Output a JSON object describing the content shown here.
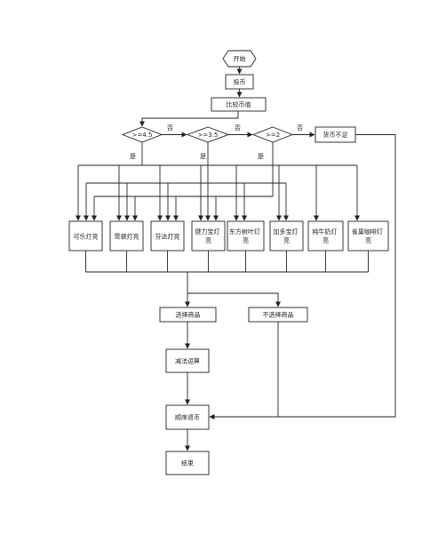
{
  "flowchart": {
    "start": "开始",
    "insert_coin": "投币",
    "compare_coin": "比较币值",
    "cond_45": ">=4.5",
    "cond_35": ">=3.5",
    "cond_2": ">=2",
    "no_label": "否",
    "yes_label": "是",
    "insufficient": "货币不足",
    "products": [
      [
        "可乐灯亮"
      ],
      [
        "雪碧灯亮"
      ],
      [
        "芬达灯亮"
      ],
      [
        "健力宝灯",
        "亮"
      ],
      [
        "东方树叶灯",
        "亮"
      ],
      [
        "加多宝灯",
        "亮"
      ],
      [
        "纯牛奶灯",
        "亮"
      ],
      [
        "雀巢咖啡灯",
        "亮"
      ]
    ],
    "select_item": "选择商品",
    "not_select_item": "不选择商品",
    "subtract": "减法运算",
    "return_coins": "顺序退币",
    "end": "结束"
  }
}
